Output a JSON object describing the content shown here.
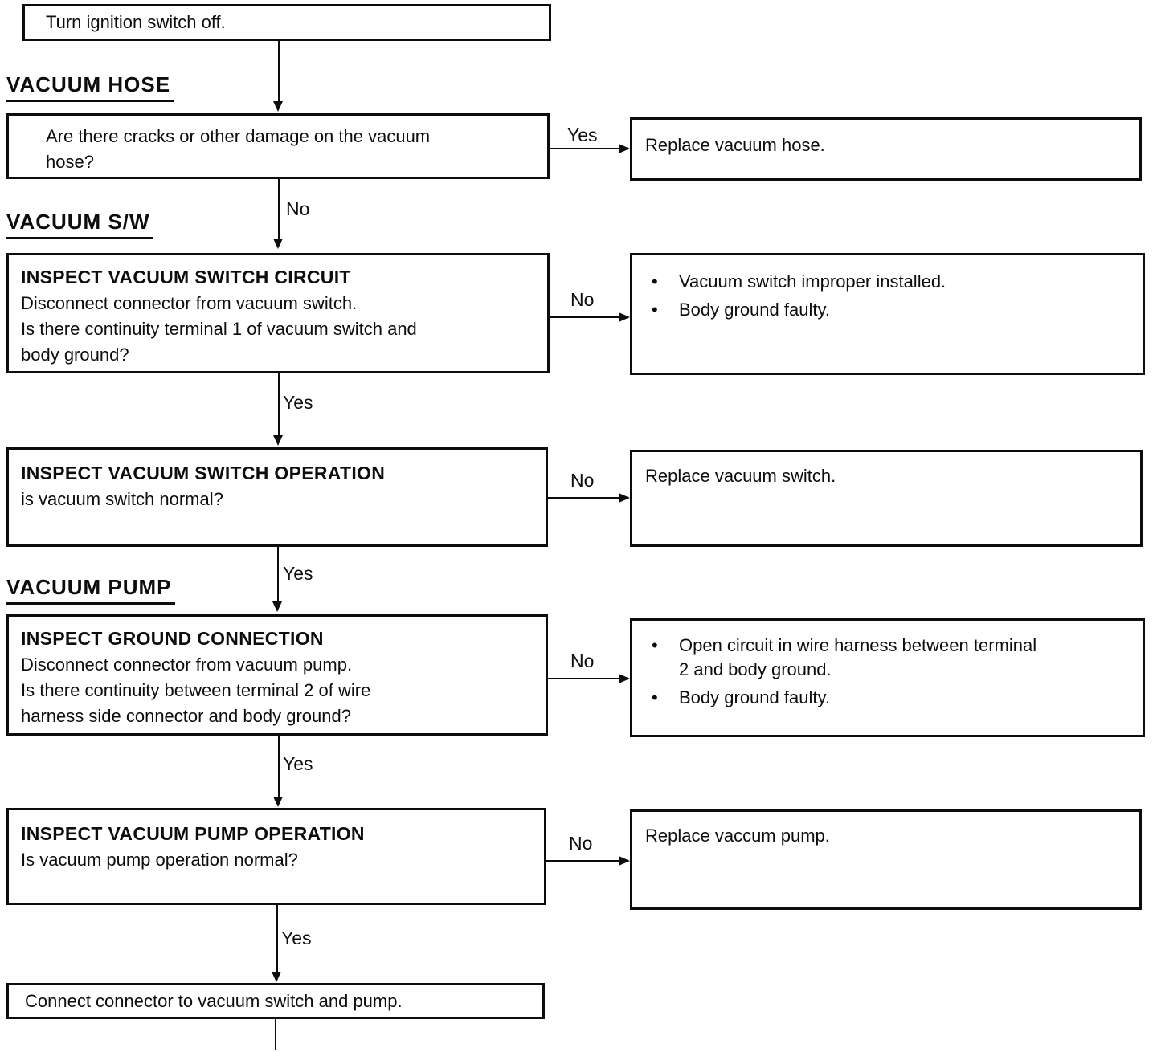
{
  "labels": {
    "yes": "Yes",
    "no": "No"
  },
  "bullet_char": "•",
  "colors": {
    "ink": "#0d0d0d",
    "background": "#ffffff"
  },
  "headings": {
    "hose": "VACUUM HOSE",
    "sw": "VACUUM S/W",
    "pump": "VACUUM PUMP"
  },
  "boxes": {
    "start": {
      "text": "Turn ignition switch off."
    },
    "hose_question": {
      "lines": [
        "Are there cracks or other damage on the vacuum",
        "hose?"
      ]
    },
    "replace_hose": {
      "text": "Replace vacuum hose."
    },
    "sw_circuit": {
      "title": "INSPECT VACUUM SWITCH CIRCUIT",
      "lines": [
        "Disconnect connector from vacuum switch.",
        "Is there continuity terminal 1 of vacuum switch and",
        "body ground?"
      ]
    },
    "sw_circuit_result": {
      "bullets": [
        [
          "Vacuum switch improper installed."
        ],
        [
          "Body ground faulty."
        ]
      ]
    },
    "sw_operation": {
      "title": "INSPECT VACUUM SWITCH OPERATION",
      "lines": [
        "is vacuum switch normal?"
      ]
    },
    "replace_switch": {
      "text": "Replace vacuum switch."
    },
    "ground_connection": {
      "title": "INSPECT GROUND CONNECTION",
      "lines": [
        "Disconnect connector from vacuum pump.",
        "Is there continuity between terminal 2 of wire",
        "harness side connector and body ground?"
      ]
    },
    "ground_result": {
      "bullets": [
        [
          "Open circuit in wire harness between terminal",
          "2 and body ground."
        ],
        [
          "Body ground faulty."
        ]
      ]
    },
    "pump_operation": {
      "title": "INSPECT VACUUM PUMP OPERATION",
      "lines": [
        "Is vacuum pump operation normal?"
      ]
    },
    "replace_pump": {
      "text": "Replace vaccum pump."
    },
    "connect": {
      "text": "Connect connector to vacuum switch and pump."
    }
  }
}
